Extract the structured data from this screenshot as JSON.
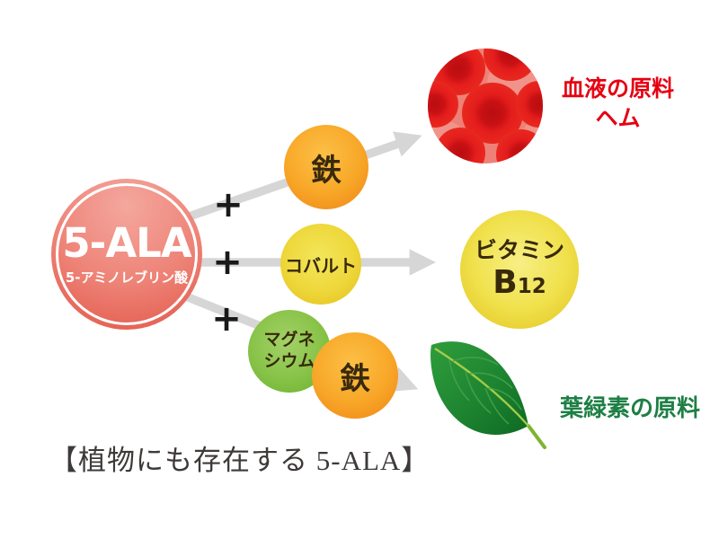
{
  "main_circle": {
    "title": "5-ALA",
    "subtitle": "5-アミノレブリン酸"
  },
  "operators": {
    "plus": "+"
  },
  "minerals": {
    "iron_top": {
      "label": "鉄"
    },
    "cobalt": {
      "label": "コバルト"
    },
    "magnesium": {
      "line1": "マグネ",
      "line2": "シウム"
    },
    "iron_bottom": {
      "label": "鉄"
    }
  },
  "outputs": {
    "heme": {
      "line1": "血液の原料",
      "line2": "ヘム"
    },
    "vitamin_b12": {
      "line1": "ビタミン",
      "symbol": "B",
      "subscript": "12"
    },
    "chlorophyll": {
      "label": "葉緑素の原料"
    }
  },
  "caption": "【植物にも存在する 5-ALA】",
  "images": {
    "red_blood_cells": "red-blood-cells-illustration",
    "leaf": "green-leaf-illustration"
  },
  "colors": {
    "heme_text": "#e60012",
    "chlorophyll_text": "#1e7f45",
    "five_ala_circle": "#ee8478",
    "iron_circle": "#f6a224",
    "cobalt_circle": "#eed73a",
    "magnesium_circle": "#8ac44b",
    "b12_circle": "#f0e14c",
    "arrow": "#d6d6d6",
    "circle_text": "#38290b",
    "plus_sign": "#191919",
    "caption_text": "#3e3a39"
  }
}
